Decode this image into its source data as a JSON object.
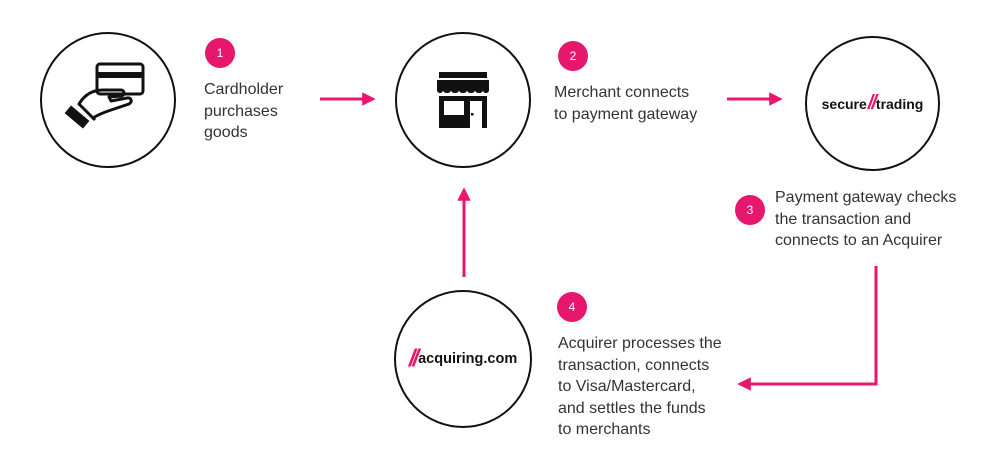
{
  "accent_color": "#e8176e",
  "outline_color": "#111111",
  "icons": {
    "cardholder": "hand-holding-card-icon",
    "merchant": "storefront-icon"
  },
  "logos": {
    "gateway": {
      "left": "secure",
      "slashes": "//",
      "right": "trading"
    },
    "acquirer": {
      "slashes": "//",
      "name": "acquiring.com"
    }
  },
  "steps": [
    {
      "number": "1",
      "lines": [
        "Cardholder",
        "purchases",
        "goods"
      ]
    },
    {
      "number": "2",
      "lines": [
        "Merchant connects",
        "to payment gateway"
      ]
    },
    {
      "number": "3",
      "lines": [
        "Payment gateway checks",
        "the transaction and",
        "connects to an Acquirer"
      ]
    },
    {
      "number": "4",
      "lines": [
        "Acquirer processes the",
        "transaction, connects",
        "to Visa/Mastercard,",
        "and settles the funds",
        "to merchants"
      ]
    }
  ]
}
